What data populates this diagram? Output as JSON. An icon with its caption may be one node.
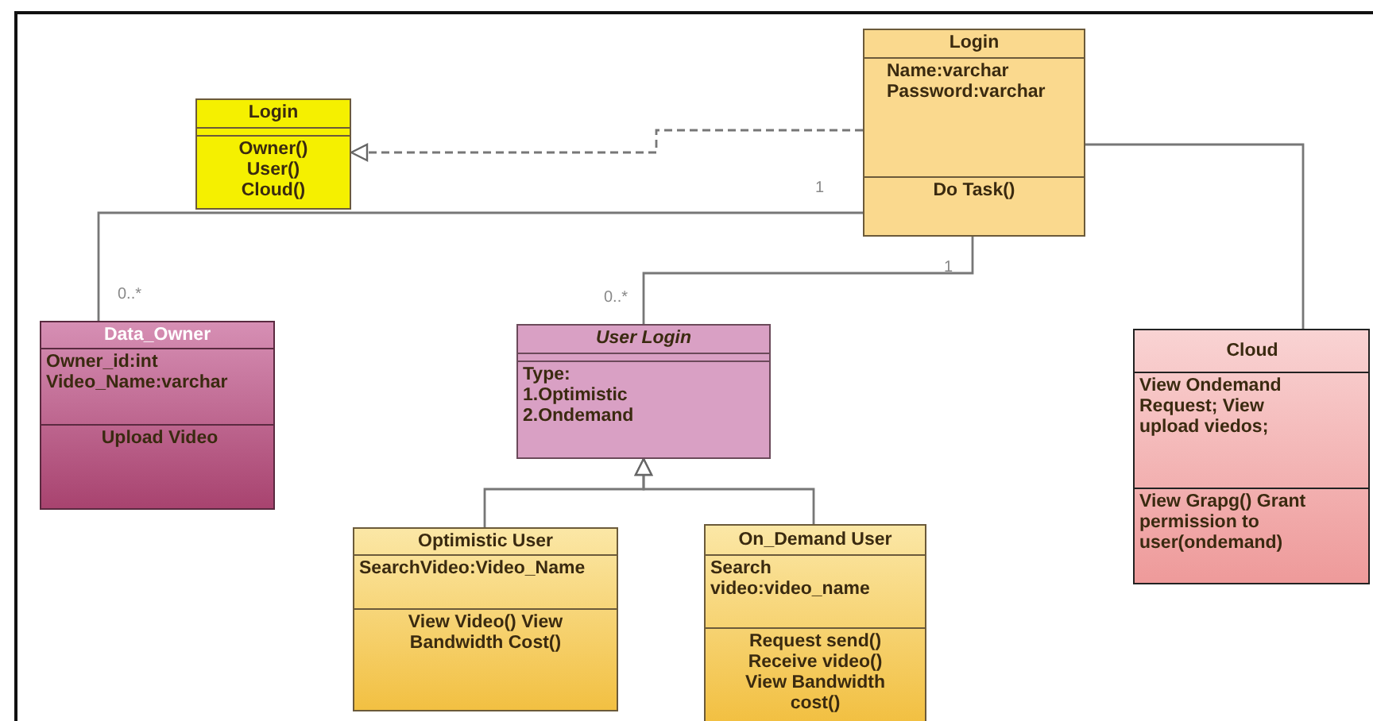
{
  "diagram": {
    "nodes": [
      {
        "text": [
          "Login",
          "Name:varchar Password:varchar",
          "Do Task()"
        ]
      },
      {
        "text": [
          "Login",
          "Owner() User() Cloud()"
        ]
      },
      {
        "text": [
          "Data_Owner",
          "Owner_id:int Video_Name:varchar",
          "Upload Video"
        ]
      },
      {
        "text": [
          "User Login",
          "Type: 1.Optimistic 2.Ondemand"
        ]
      },
      {
        "text": [
          "Cloud",
          "View Ondemand Request; View upload viedos;",
          "View Grapg() Grant permission to user(ondemand)"
        ]
      },
      {
        "text": [
          "Optimistic User",
          "SearchVideo:Video_Name",
          "View Video() View Bandwidth Cost()"
        ]
      },
      {
        "text": [
          "On_Demand User",
          "Search video:video_name",
          "Request send() Receive video() View Bandwidth cost()"
        ]
      }
    ],
    "edges": [
      {
        "from": 0,
        "to": 1,
        "arrow": "to",
        "style": "dashed"
      },
      {
        "from": 0,
        "to": 2,
        "arrow": "other"
      },
      {
        "from": 0,
        "to": 3,
        "arrow": "other"
      },
      {
        "from": 0,
        "to": 4,
        "arrow": "other"
      },
      {
        "from": 5,
        "to": 3,
        "arrow": "to"
      },
      {
        "from": 6,
        "to": 3,
        "arrow": "to"
      }
    ],
    "labels": [
      "1",
      "1",
      "0..*",
      "0..*"
    ]
  }
}
